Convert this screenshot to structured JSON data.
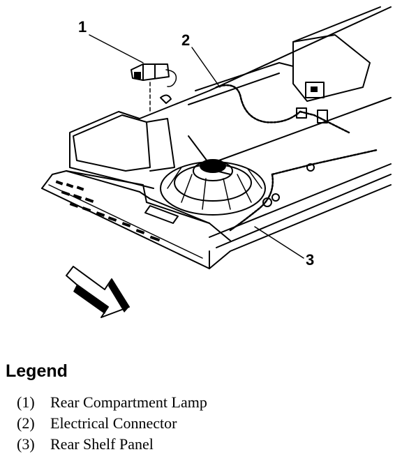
{
  "callouts": [
    "1",
    "2",
    "3"
  ],
  "legend": {
    "title": "Legend",
    "items": [
      {
        "num": "(1)",
        "label": "Rear Compartment Lamp"
      },
      {
        "num": "(2)",
        "label": "Electrical Connector"
      },
      {
        "num": "(3)",
        "label": "Rear Shelf Panel"
      }
    ]
  }
}
